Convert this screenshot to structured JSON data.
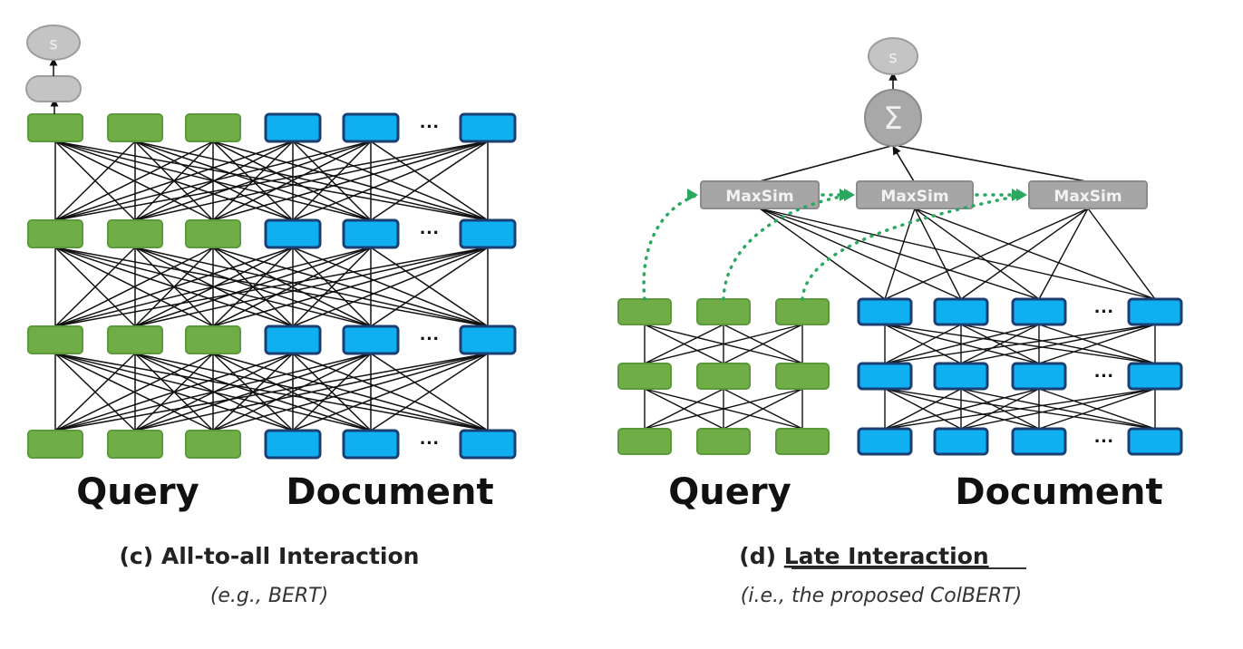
{
  "colors": {
    "query_fill": "#70ad47",
    "query_stroke": "#5b9a3a",
    "doc_fill": "#10aff0",
    "doc_stroke": "#1c3f73",
    "gray_fill": "#c4c4c4",
    "gray_stroke": "#9e9e9e",
    "maxsim_fill": "#a6a6a6",
    "sum_fill": "#a8a8a8",
    "dotted_arrow": "#2aa860",
    "edge": "#111111"
  },
  "panel_c": {
    "score_label": "s",
    "query_label": "Query",
    "document_label": "Document",
    "ellipsis": "···",
    "caption": "(c) All-to-all Interaction",
    "subcaption": "(e.g., BERT)",
    "layers": 4,
    "query_tokens": 3,
    "document_tokens_shown": 3
  },
  "panel_d": {
    "score_label": "s",
    "sum_symbol": "Σ",
    "maxsim_label": "MaxSim",
    "maxsim_count": 3,
    "query_label": "Query",
    "document_label": "Document",
    "ellipsis": "···",
    "caption_prefix": "(d) ",
    "caption_main": "Late Interaction",
    "subcaption": "(i.e., the proposed ColBERT)",
    "layers": 3,
    "query_tokens": 3,
    "document_tokens_shown": 4
  }
}
